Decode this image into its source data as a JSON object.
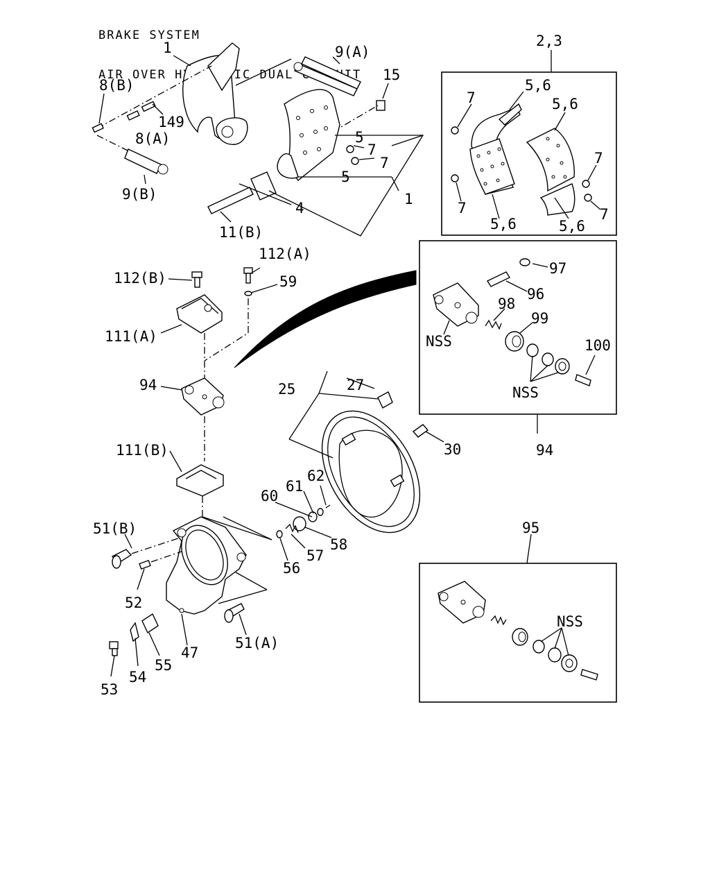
{
  "title": {
    "line1": "BRAKE SYSTEM",
    "line2": "AIR OVER HYDRAULIC DUAL CIRCUIT"
  },
  "callouts": {
    "c1a": "1",
    "c1b": "1",
    "c9a": "9(A)",
    "c15": "15",
    "c8b": "8(B)",
    "c149": "149",
    "c8a": "8(A)",
    "c5a": "5",
    "c7a": "7",
    "c7b": "7",
    "c5b": "5",
    "c9b": "9(B)",
    "c4": "4",
    "c11b": "11(B)",
    "c23": "2,3",
    "c56a": "5,6",
    "c56b": "5,6",
    "c56c": "5,6",
    "c56d": "5,6",
    "c7c": "7",
    "c7d": "7",
    "c7e": "7",
    "c7f": "7",
    "c112a": "112(A)",
    "c112b": "112(B)",
    "c59": "59",
    "c111a": "111(A)",
    "c97": "97",
    "c96": "96",
    "c98": "98",
    "c99": "99",
    "nss1": "NSS",
    "c100": "100",
    "nss2": "NSS",
    "c94a": "94",
    "c94b": "94",
    "c25": "25",
    "c27": "27",
    "c30": "30",
    "c111b": "111(B)",
    "c60": "60",
    "c61": "61",
    "c62": "62",
    "c58": "58",
    "c57": "57",
    "c56": "56",
    "c51b": "51(B)",
    "c52": "52",
    "c51a": "51(A)",
    "c47": "47",
    "c53": "53",
    "c54": "54",
    "c55": "55",
    "c95": "95",
    "nss3": "NSS"
  }
}
